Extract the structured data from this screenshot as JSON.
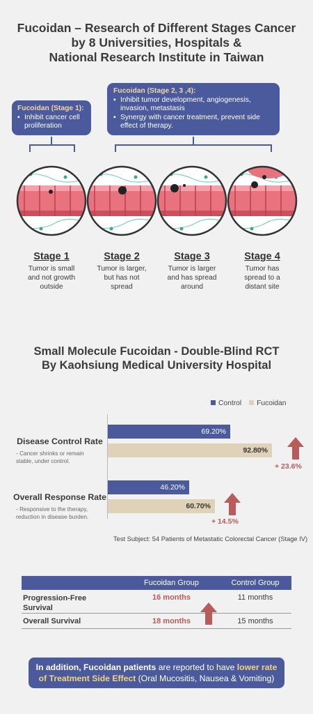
{
  "header": {
    "title_line1": "Fucoidan – Research of Different Stages Cancer",
    "title_line2": "by 8 Universities, Hospitals &",
    "title_line3": "National Research Institute in Taiwan"
  },
  "callout_stage1": {
    "title": "Fucoidan (Stage 1):",
    "items": [
      "Inhibit cancer cell proliferation"
    ]
  },
  "callout_stage234": {
    "title": "Fucoidan (Stage 2, 3 ,4):",
    "items": [
      "Inhibit tumor development, angiogenesis, invasion, metastasis",
      "Synergy with cancer treatment, prevent side effect of therapy."
    ]
  },
  "stages": [
    {
      "name": "Stage 1",
      "desc_l1": "Tumor is small",
      "desc_l2": "and not growth",
      "desc_l3": "outside"
    },
    {
      "name": "Stage 2",
      "desc_l1": "Tumor is larger,",
      "desc_l2": "but has not",
      "desc_l3": "spread"
    },
    {
      "name": "Stage 3",
      "desc_l1": "Tumor is larger",
      "desc_l2": "and has spread",
      "desc_l3": "around"
    },
    {
      "name": "Stage 4",
      "desc_l1": "Tumor has",
      "desc_l2": "spread to a",
      "desc_l3": "distant site"
    }
  ],
  "rct": {
    "title_line1": "Small Molecule Fucoidan - Double-Blind RCT",
    "title_line2": "By Kaohsiung Medical University Hospital",
    "legend": {
      "control": "Control",
      "fucoidan": "Fucoidan"
    },
    "colors": {
      "control": "#4a5a9c",
      "fucoidan": "#e0d2b8",
      "arrow": "#b85b5b"
    },
    "metrics": [
      {
        "name": "Disease Control Rate",
        "desc_l1": "- Cancer shrinks or remain",
        "desc_l2": "stable, under control.",
        "control_label": "69.20%",
        "fucoidan_label": "92.80%",
        "diff": "+ 23.6%"
      },
      {
        "name": "Overall Response Rate",
        "desc_l1": "- Responsive to the therapy,",
        "desc_l2": "reduction in disease burden.",
        "control_label": "46.20%",
        "fucoidan_label": "60.70%",
        "diff": "+ 14.5%"
      }
    ],
    "subject_note": "Test Subject: 54 Patients of Metastatic Colorectal Cancer (Stage IV)"
  },
  "chart_data": {
    "type": "bar",
    "categories": [
      "Disease Control Rate",
      "Overall Response Rate"
    ],
    "series": [
      {
        "name": "Control",
        "values": [
          69.2,
          46.2
        ]
      },
      {
        "name": "Fucoidan",
        "values": [
          92.8,
          60.7
        ]
      }
    ],
    "annotations": [
      "+ 23.6%",
      "+ 14.5%"
    ]
  },
  "survival_table": {
    "headers": [
      "",
      "Fucoidan Group",
      "Control Group"
    ],
    "rows": [
      {
        "label_l1": "Progression-Free",
        "label_l2": "Survival",
        "fucoidan": "16 months",
        "control": "11 months"
      },
      {
        "label_l1": "Overall Survival",
        "label_l2": "",
        "fucoidan": "18 months",
        "control": "15 months"
      }
    ]
  },
  "banner": {
    "part1": "In addition, Fucoidan patients",
    "part2": " are reported to have ",
    "part3": "lower rate of Treatment Side Effect",
    "part4": " (Oral Mucositis, Nausea & Vomiting)"
  }
}
